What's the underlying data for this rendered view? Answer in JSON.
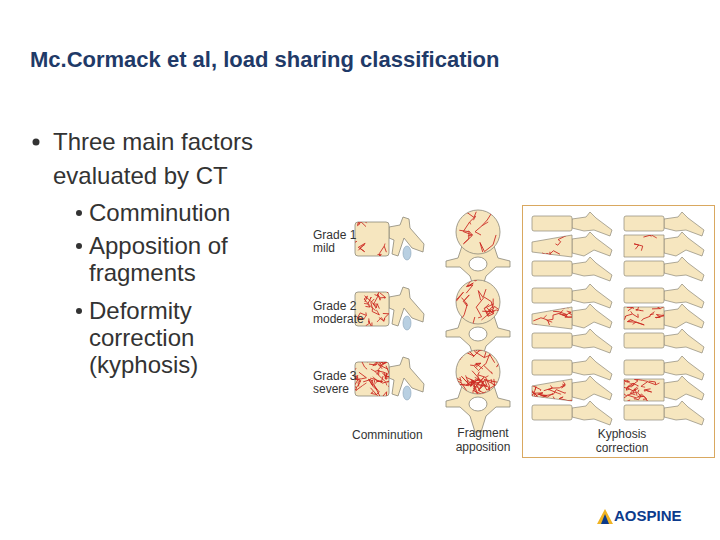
{
  "diagram": {
    "title": "Mc.Cormack et al, load sharing classification",
    "nodes": [
      {
        "text": [
          "Kyphosis correction"
        ]
      }
    ],
    "labels": [
      "Three main factors evaluated by CT",
      "Comminution",
      "Apposition of fragments",
      "Deformity correction (kyphosis)",
      "Grade 1 mild",
      "Grade 2 moderate",
      "Grade 3 severe",
      "Comminution",
      "Fragment apposition",
      "AOSPINE"
    ]
  }
}
